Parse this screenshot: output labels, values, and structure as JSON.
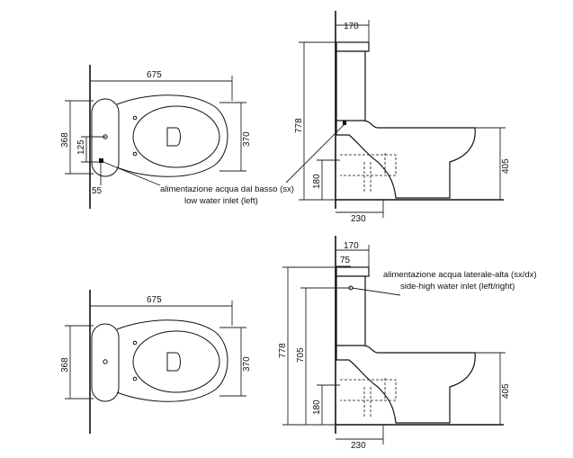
{
  "top": {
    "plan": {
      "width_label": "675",
      "height_label": "368",
      "seat_label": "370",
      "inlet_offset_label": "125",
      "inlet_side_label": "55"
    },
    "side": {
      "tank_label": "170",
      "height_label": "778",
      "rim_label": "405",
      "inlet_height_label": "180",
      "outlet_label": "230"
    },
    "note_it": "alimentazione acqua dal basso (sx)",
    "note_en": "low water inlet (left)"
  },
  "bottom": {
    "plan": {
      "width_label": "675",
      "height_label": "368",
      "seat_label": "370"
    },
    "side": {
      "tank_label": "170",
      "inlet_depth_label": "75",
      "height_label": "778",
      "inlet_height_label": "705",
      "rim_label": "405",
      "floor_label": "180",
      "outlet_label": "230"
    },
    "note_it": "alimentazione acqua laterale-alta (sx/dx)",
    "note_en": "side-high water inlet (left/right)"
  }
}
